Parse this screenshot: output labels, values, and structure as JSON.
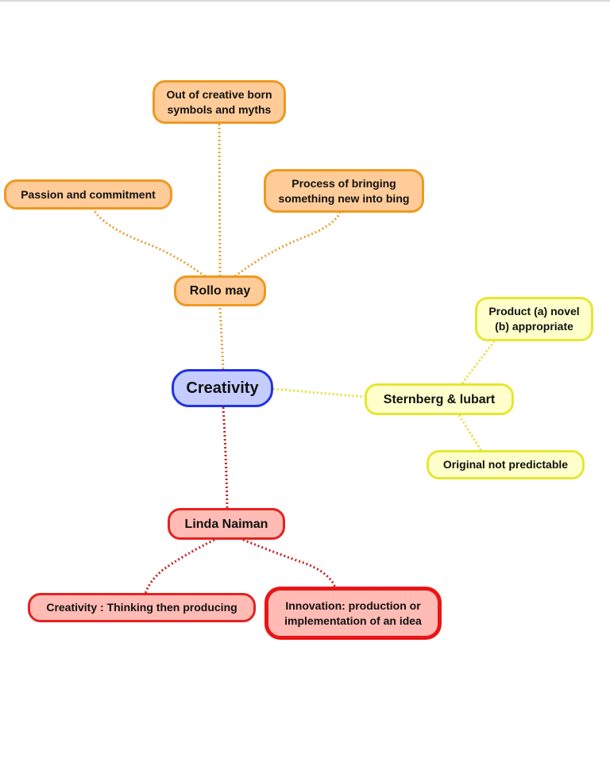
{
  "center": {
    "label": "Creativity"
  },
  "branches": {
    "rollo_may": {
      "label": "Rollo may",
      "children": [
        "Out of creative born symbols and myths",
        "Passion and commitment",
        "Process of bringing something new into bing"
      ]
    },
    "sternberg_lubart": {
      "label": "Sternberg & lubart",
      "children": [
        "Product (a) novel (b) appropriate",
        "Original not predictable"
      ]
    },
    "linda_naiman": {
      "label": "Linda Naiman",
      "children": [
        "Creativity : Thinking then producing",
        "Innovation: production or implementation of an idea"
      ]
    }
  },
  "colors": {
    "center_fill": "#c5ccff",
    "center_border": "#2233dd",
    "rollo_fill": "#ffcc99",
    "rollo_border": "#ee9922",
    "sternberg_fill": "#ffffcc",
    "sternberg_border": "#e6e633",
    "linda_fill": "#ffbbb4",
    "linda_border": "#e42222"
  }
}
